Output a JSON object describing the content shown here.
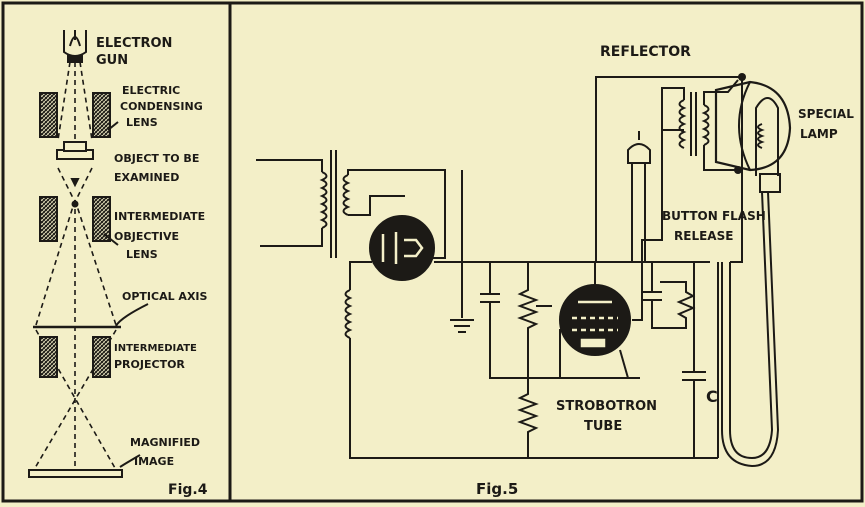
{
  "fig4": {
    "caption": "Fig.4",
    "labels": {
      "gun_1": "ELECTRON",
      "gun_2": "GUN",
      "cond_1": "ELECTRIC",
      "cond_2": "CONDENSING",
      "cond_3": "LENS",
      "obj_1": "OBJECT TO BE",
      "obj_2": "EXAMINED",
      "inter_1": "INTERMEDIATE",
      "inter_2": "OBJECTIVE",
      "inter_3": "LENS",
      "axis": "OPTICAL AXIS",
      "proj_1": "INTERMEDIATE",
      "proj_2": "PROJECTOR",
      "mag_1": "MAGNIFIED",
      "mag_2": "IMAGE"
    }
  },
  "fig5": {
    "caption": "Fig.5",
    "labels": {
      "reflector": "REFLECTOR",
      "lamp_1": "SPECIAL",
      "lamp_2": "LAMP",
      "button_1": "BUTTON FLASH",
      "button_2": "RELEASE",
      "strobo_1": "STROBOTRON",
      "strobo_2": "TUBE",
      "cap": "C"
    }
  }
}
